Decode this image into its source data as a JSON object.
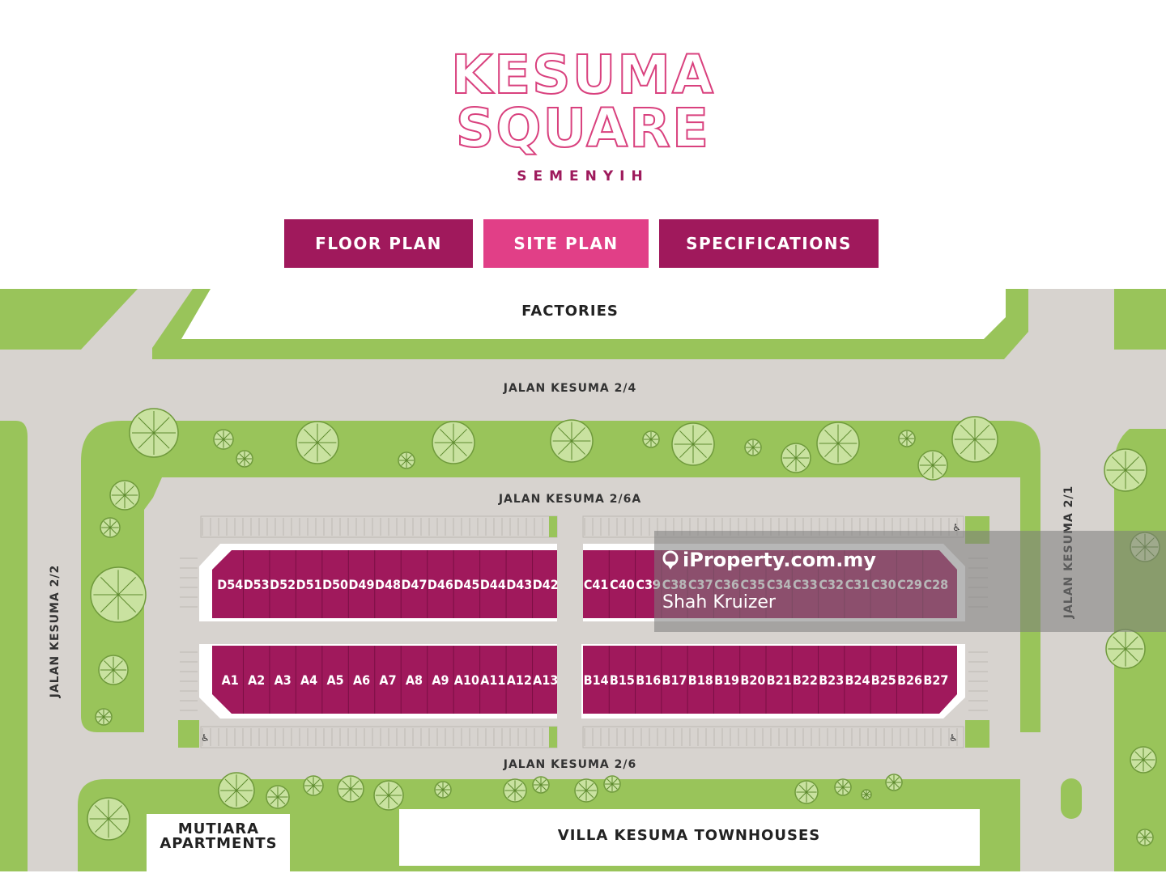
{
  "brand": {
    "line1": "KESUMA",
    "line2": "SQUARE",
    "subtitle": "SEMENYIH",
    "color_pink": "#d9417e",
    "color_magenta": "#9e1a5c"
  },
  "tabs": [
    {
      "label": "FLOOR PLAN",
      "active": false
    },
    {
      "label": "SITE PLAN",
      "active": true
    },
    {
      "label": "SPECIFICATIONS",
      "active": false
    }
  ],
  "map": {
    "colors": {
      "green": "#99c45a",
      "road": "#d7d3cf",
      "lot": "#a0195c",
      "light": "#ffffff"
    },
    "labels": {
      "factories": "FACTORIES",
      "road_top": "JALAN KESUMA 2/4",
      "road_inner": "JALAN KESUMA 2/6A",
      "road_bottom": "JALAN KESUMA 2/6",
      "road_left": "JALAN KESUMA 2/2",
      "road_right": "JALAN KESUMA 2/1",
      "apartments_line1": "MUTIARA",
      "apartments_line2": "APARTMENTS",
      "townhouses": "VILLA KESUMA TOWNHOUSES"
    },
    "lots_D": [
      "D54",
      "D53",
      "D52",
      "D51",
      "D50",
      "D49",
      "D48",
      "D47",
      "D46",
      "D45",
      "D44",
      "D43",
      "D42"
    ],
    "lots_C": [
      "C41",
      "C40",
      "C39",
      "C38",
      "C37",
      "C36",
      "C35",
      "C34",
      "C33",
      "C32",
      "C31",
      "C30",
      "C29",
      "C28"
    ],
    "lots_A": [
      "A1",
      "A2",
      "A3",
      "A4",
      "A5",
      "A6",
      "A7",
      "A8",
      "A9",
      "A10",
      "A11",
      "A12",
      "A13"
    ],
    "lots_B": [
      "B14",
      "B15",
      "B16",
      "B17",
      "B18",
      "B19",
      "B20",
      "B21",
      "B22",
      "B23",
      "B24",
      "B25",
      "B26",
      "B27"
    ]
  },
  "watermark": {
    "site": "iProperty.com.my",
    "author": "Shah Kruizer"
  }
}
